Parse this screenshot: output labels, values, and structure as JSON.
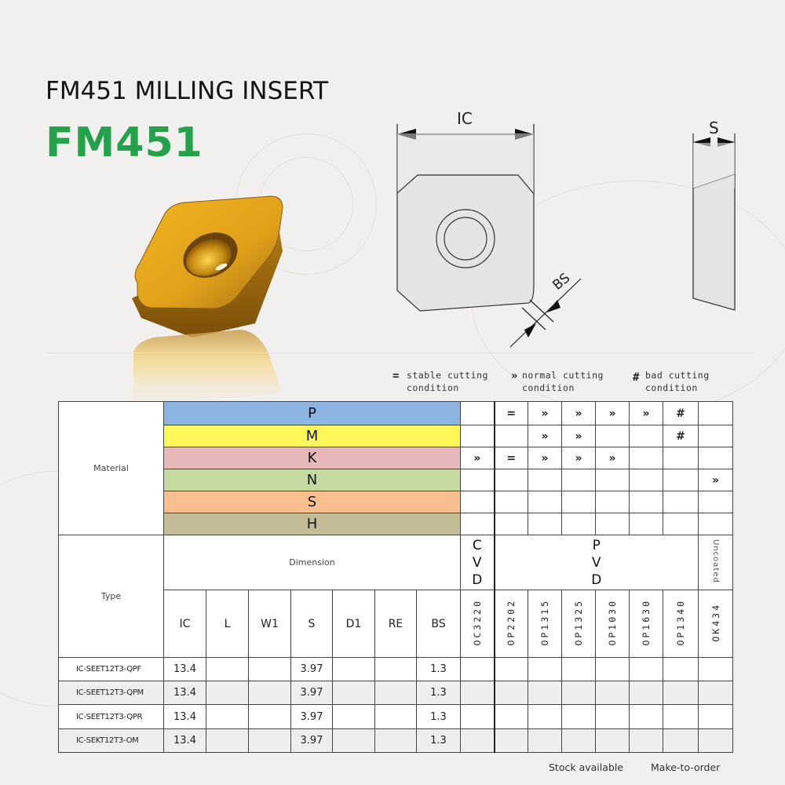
{
  "header": {
    "title": "FM451 MILLING INSERT",
    "model": "FM451"
  },
  "colors": {
    "model_green": "#23a24a",
    "insert_gold": "#e2a21a",
    "material_P": "#8cb4e3",
    "material_M": "#fdf75a",
    "material_K": "#e6b8b9",
    "material_N": "#c4da9f",
    "material_S": "#f9bf8f",
    "material_H": "#c4bc96"
  },
  "diagram": {
    "top_view_label_ic": "IC",
    "top_view_label_bs": "BS",
    "side_view_label_s": "S"
  },
  "legend": [
    {
      "symbol": "=",
      "line1": "stable cutting",
      "line2": "condition"
    },
    {
      "symbol": "»",
      "line1": "normal cutting",
      "line2": "condition"
    },
    {
      "symbol": "#",
      "line1": "bad cutting",
      "line2": "condition"
    }
  ],
  "table": {
    "material_label": "Material",
    "type_label": "Type",
    "dimension_label": "Dimension",
    "materials": [
      {
        "code": "P",
        "cells": [
          "",
          "=",
          "»",
          "»",
          "»",
          "»",
          "#",
          ""
        ]
      },
      {
        "code": "M",
        "cells": [
          "",
          "",
          "»",
          "»",
          "",
          "",
          "#",
          ""
        ]
      },
      {
        "code": "K",
        "cells": [
          "»",
          "=",
          "»",
          "»",
          "»",
          "",
          "",
          ""
        ]
      },
      {
        "code": "N",
        "cells": [
          "",
          "",
          "",
          "",
          "",
          "",
          "",
          "»"
        ]
      },
      {
        "code": "S",
        "cells": [
          "",
          "",
          "",
          "",
          "",
          "",
          "",
          ""
        ]
      },
      {
        "code": "H",
        "cells": [
          "",
          "",
          "",
          "",
          "",
          "",
          "",
          ""
        ]
      }
    ],
    "coating_groups": [
      {
        "label": "C\nV\nD",
        "l1": "C",
        "l2": "V",
        "l3": "D"
      },
      {
        "label": "P\nV\nD",
        "l1": "P",
        "l2": "V",
        "l3": "D"
      },
      {
        "label": "Uncoated"
      }
    ],
    "dimension_columns": [
      "IC",
      "L",
      "W1",
      "S",
      "D1",
      "RE",
      "BS"
    ],
    "grades": [
      "OC3220",
      "OP2202",
      "OP1315",
      "OP1325",
      "OP1030",
      "OP1630",
      "OP1340",
      "OK434"
    ],
    "rows": [
      {
        "type": "IC-SEET12T3-QPF",
        "dims": [
          "13.4",
          "",
          "",
          "3.97",
          "",
          "",
          "1.3"
        ],
        "grades": [
          "",
          "",
          "",
          "",
          "",
          "",
          "",
          ""
        ]
      },
      {
        "type": "IC-SEET12T3-QPM",
        "dims": [
          "13.4",
          "",
          "",
          "3.97",
          "",
          "",
          "1.3"
        ],
        "grades": [
          "",
          "",
          "",
          "",
          "",
          "",
          "",
          ""
        ]
      },
      {
        "type": "IC-SEET12T3-QPR",
        "dims": [
          "13.4",
          "",
          "",
          "3.97",
          "",
          "",
          "1.3"
        ],
        "grades": [
          "",
          "",
          "",
          "",
          "",
          "",
          "",
          ""
        ]
      },
      {
        "type": "IC-SEKT12T3-OM",
        "dims": [
          "13.4",
          "",
          "",
          "3.97",
          "",
          "",
          "1.3"
        ],
        "grades": [
          "",
          "",
          "",
          "",
          "",
          "",
          "",
          ""
        ]
      }
    ]
  },
  "footer": {
    "stock": "Stock available",
    "order": "Make-to-order"
  }
}
